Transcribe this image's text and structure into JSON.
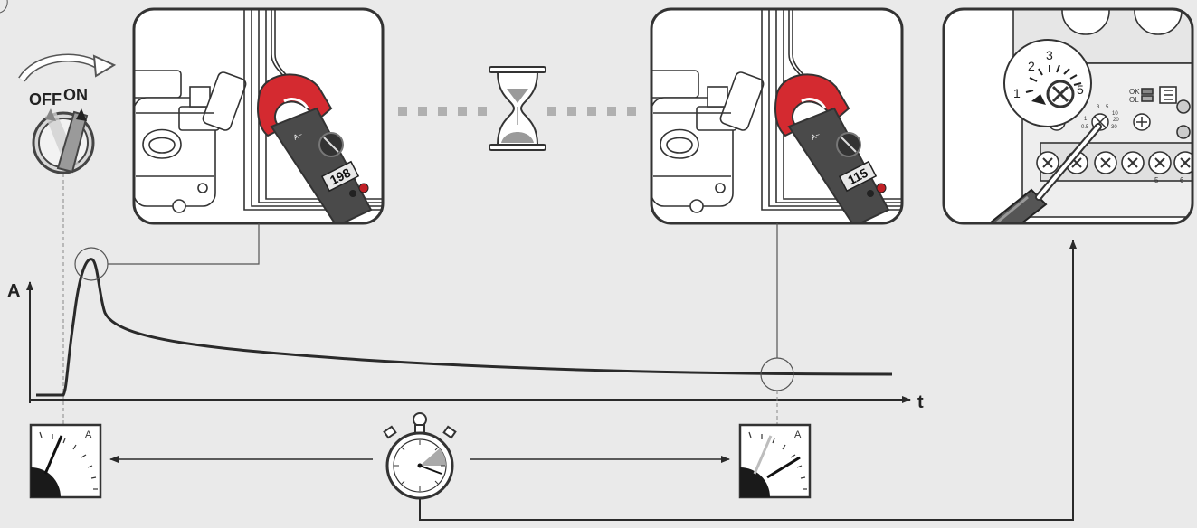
{
  "switch": {
    "off_label": "OFF",
    "on_label": "ON"
  },
  "clamp_meter_1": {
    "reading": "198",
    "unit_mark": "A~"
  },
  "clamp_meter_2": {
    "reading": "115",
    "unit_mark": "A~"
  },
  "graph": {
    "y_axis_label": "A",
    "x_axis_label": "t"
  },
  "ammeter_1": {
    "unit": "A"
  },
  "ammeter_2": {
    "unit": "A"
  },
  "relay": {
    "dial_numbers": [
      "1",
      "2",
      "3",
      "5"
    ],
    "status_ok": "OK",
    "status_ol": "OL",
    "small_dial_labels": [
      "1",
      "3",
      "5",
      "10",
      "0.5",
      "20",
      "30"
    ],
    "terminal_numbers": [
      "5",
      "6"
    ]
  },
  "colors": {
    "background": "#eaeaea",
    "panel": "#ffffff",
    "outline": "#3a3a3a",
    "clamp_red": "#d42a30",
    "meter_body": "#4a4a4a",
    "dots": "#b0b0b0"
  }
}
